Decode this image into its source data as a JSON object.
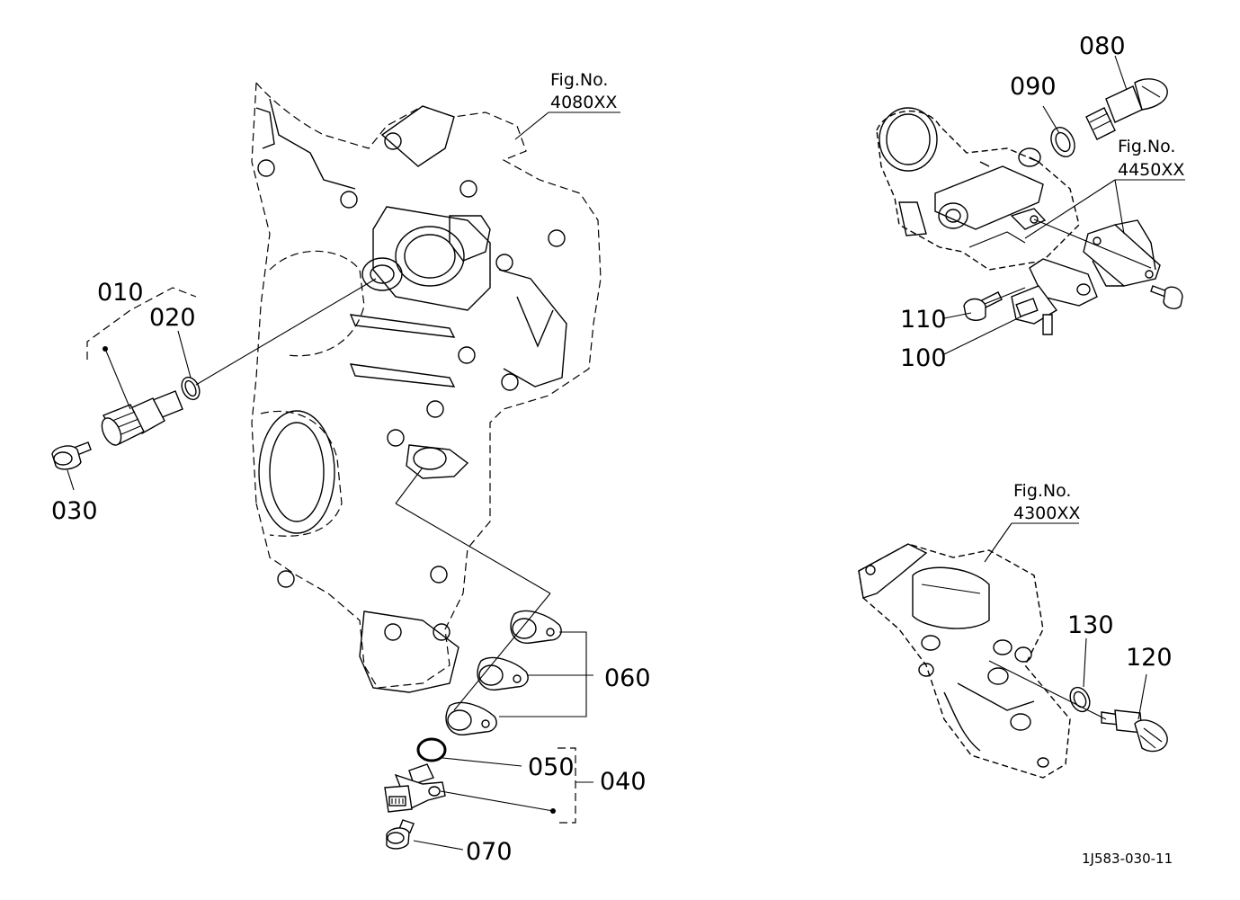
{
  "drawing_code": "1J583-030-11",
  "figure_refs": {
    "front_case": {
      "label": "Fig.No.",
      "number": "4080XX"
    },
    "thermostat": {
      "label": "Fig.No.",
      "number": "4450XX"
    },
    "housing": {
      "label": "Fig.No.",
      "number": "4300XX"
    }
  },
  "part_labels": {
    "p010": "010",
    "p020": "020",
    "p030": "030",
    "p040": "040",
    "p050": "050",
    "p060": "060",
    "p070": "070",
    "p080": "080",
    "p090": "090",
    "p100": "100",
    "p110": "110",
    "p120": "120",
    "p130": "130"
  }
}
